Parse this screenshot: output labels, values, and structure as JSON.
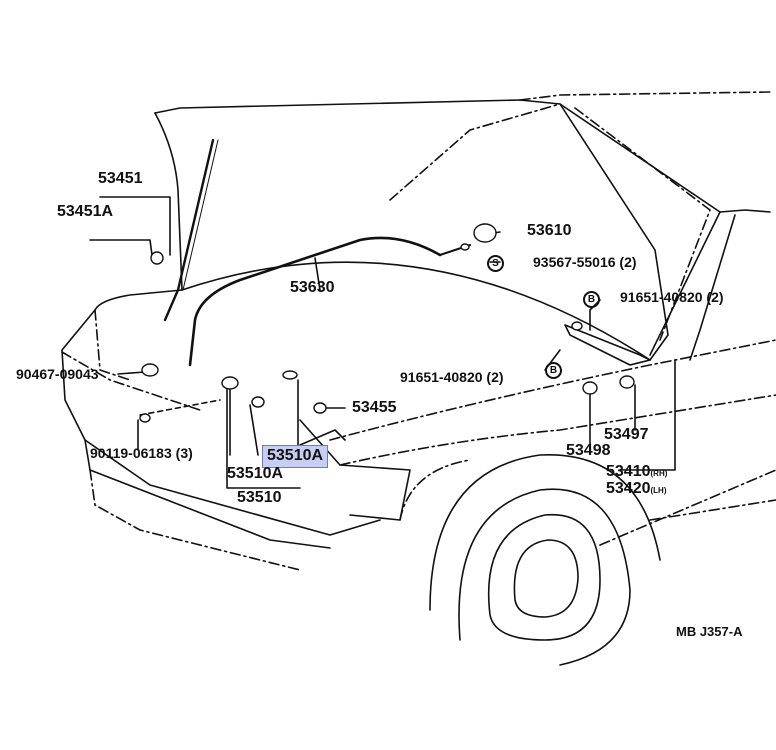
{
  "diagram": {
    "callouts": {
      "p53451": "53451",
      "p53451a": "53451A",
      "p53630": "53630",
      "p53610": "53610",
      "p93567": "93567-55016",
      "p93567_qty": "(2)",
      "p91651_top": "91651-40820",
      "p91651_top_qty": "(2)",
      "p91651_left": "91651-40820",
      "p91651_left_qty": "(2)",
      "p90467": "90467-09043",
      "p53455": "53455",
      "p90119": "90119-06183",
      "p90119_qty": "(3)",
      "p53510a_highlight": "53510A",
      "p53510a": "53510A",
      "p53510": "53510",
      "p53497": "53497",
      "p53498": "53498",
      "p53410": "53410",
      "p53410_side": "(RH)",
      "p53420": "53420",
      "p53420_side": "(LH)"
    },
    "symbols": {
      "s_marker": "S",
      "b_marker_top": "B",
      "b_marker_left": "B"
    },
    "figure_code": "MB J357-A",
    "highlight_color": "#c8cdf2"
  }
}
